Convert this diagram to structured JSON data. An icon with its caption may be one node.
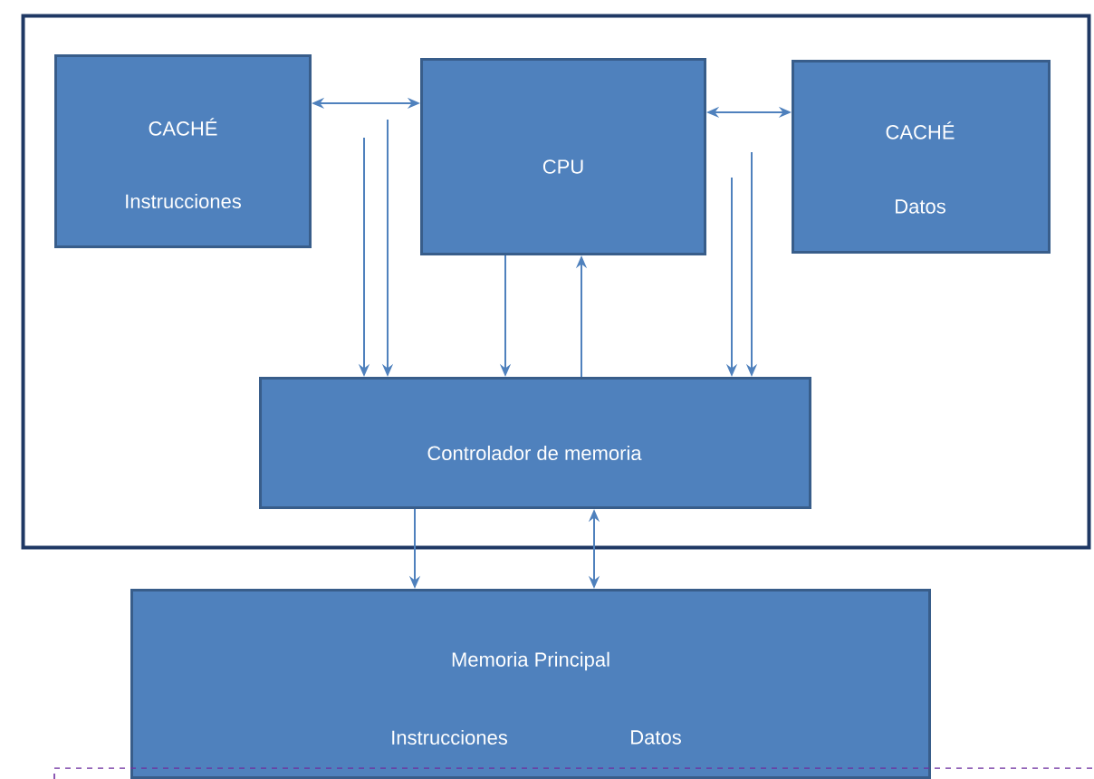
{
  "diagram": {
    "nodes": [
      {
        "text": [],
        "shape": "box"
      },
      {
        "text": [
          "CACHÉ",
          "Instrucciones"
        ],
        "in": 0
      },
      {
        "text": [
          "CPU"
        ],
        "in": 0
      },
      {
        "text": [
          "CACHÉ",
          "Datos"
        ],
        "in": 0
      },
      {
        "text": [
          "Controlador de memoria"
        ],
        "in": 0
      },
      {
        "text": [
          "Memoria Principal",
          "Instrucciones",
          "Datos"
        ]
      }
    ],
    "edges": [
      {
        "from": 1,
        "to": 2,
        "arrow": "both"
      },
      {
        "from": 2,
        "to": 3,
        "arrow": "both"
      },
      {
        "from": null,
        "to": 4,
        "arrow": "to"
      },
      {
        "from": null,
        "to": 4,
        "arrow": "to"
      },
      {
        "from": 2,
        "to": 4,
        "arrow": "to"
      },
      {
        "from": 4,
        "to": 2,
        "arrow": "to"
      },
      {
        "from": null,
        "to": 4,
        "arrow": "to"
      },
      {
        "from": null,
        "to": 4,
        "arrow": "to"
      },
      {
        "from": 4,
        "to": 5,
        "arrow": "to"
      },
      {
        "from": 4,
        "to": 5,
        "arrow": "both"
      }
    ]
  }
}
